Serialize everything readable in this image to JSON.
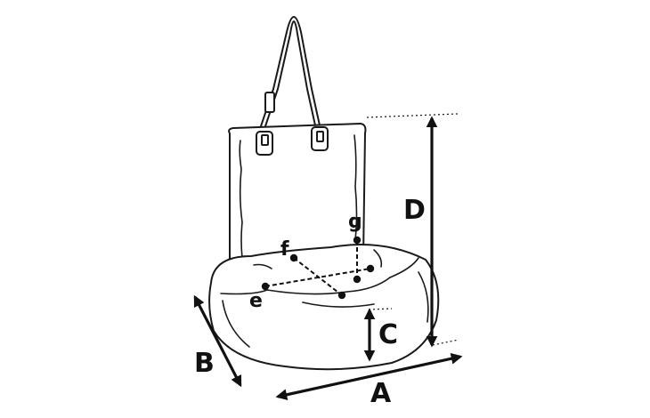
{
  "dimension_labels": {
    "a": "A",
    "b": "B",
    "c": "C",
    "d": "D"
  },
  "point_labels": {
    "e": "e",
    "f": "f",
    "g": "g"
  }
}
